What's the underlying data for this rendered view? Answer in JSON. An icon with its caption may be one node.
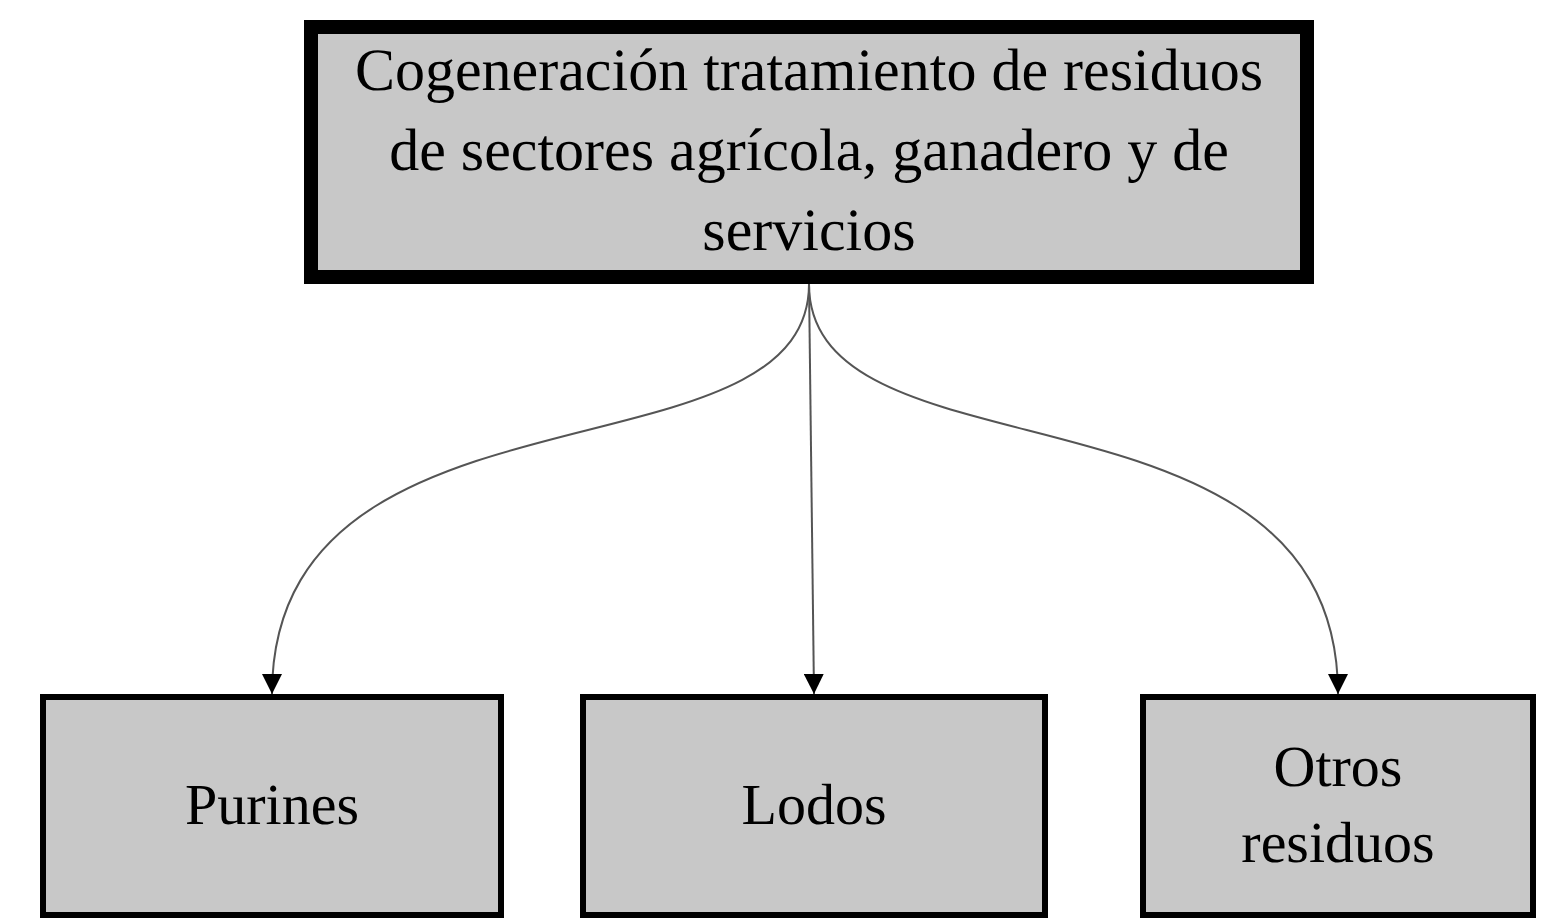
{
  "diagram": {
    "nodes": [
      {
        "text": [
          "Cogeneración tratamiento de residuos de sectores agrícola, ganadero y de servicios"
        ]
      },
      {
        "text": [
          "Purines"
        ]
      },
      {
        "text": [
          "Lodos"
        ]
      },
      {
        "text": [
          "Otros residuos"
        ]
      }
    ],
    "edges": [
      {
        "from": 0,
        "to": 1,
        "arrow": "to"
      },
      {
        "from": 0,
        "to": 2,
        "arrow": "to"
      },
      {
        "from": 0,
        "to": 3,
        "arrow": "to"
      }
    ]
  }
}
